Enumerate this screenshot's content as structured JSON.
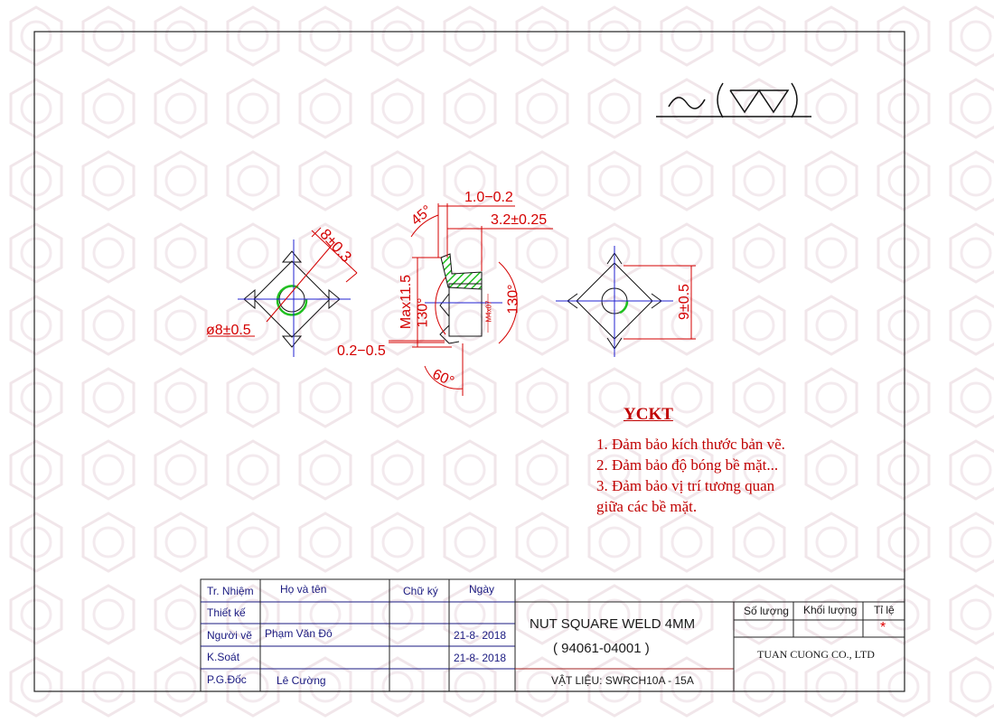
{
  "roughness_symbol": "∼(▽▽)",
  "dimensions": {
    "side_length": "8±0.3",
    "diameter": "ø8±0.5",
    "top_width": "1.0−0.2",
    "thickness": "3.2±0.25",
    "chamfer_angle": "45°",
    "height": "Max11.5",
    "inner_angle": "130°",
    "outer_angle": "130°",
    "thread": "M4x07",
    "projection": "0.2−0.5",
    "tip_angle": "60°",
    "right_width": "9±0.5"
  },
  "requirements": {
    "title": "YCKT",
    "items": [
      "1. Đảm bảo kích thước bản vẽ.",
      "2. Đảm bảo độ bóng bề mặt...",
      "3. Đảm bảo vị trí tương quan",
      "giữa các bề mặt."
    ]
  },
  "title_block": {
    "headers": {
      "role": "Tr. Nhiệm",
      "name": "Họ và tên",
      "signature": "Chữ ký",
      "date": "Ngày"
    },
    "rows": [
      {
        "role": "Thiết kế",
        "name": "",
        "date": ""
      },
      {
        "role": "Người vẽ",
        "name": "Phạm Văn Đô",
        "date": "21-8- 2018"
      },
      {
        "role": "K.Soát",
        "name": "",
        "date": "21-8- 2018"
      },
      {
        "role": "P.G.Đốc",
        "name": "Lê Cường",
        "date": ""
      }
    ],
    "part_name": "NUT SQUARE WELD 4MM",
    "part_number": "( 94061-04001 )",
    "material": "VẬT LIỆU: SWRCH10A - 15A",
    "quantity_label": "Số lượng",
    "weight_label": "Khối lượng",
    "scale_label": "Tỉ lệ",
    "scale_value": "*",
    "company": "TUAN CUONG CO., LTD"
  },
  "colors": {
    "dim": "#d40000",
    "center": "#2020d0",
    "hatch": "#20c020"
  }
}
